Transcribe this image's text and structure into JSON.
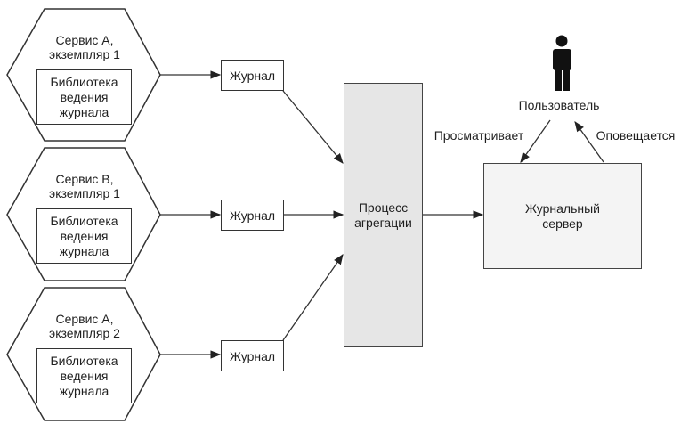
{
  "services": [
    {
      "title": "Сервис A,\nэкземпляр 1",
      "library": "Библиотека\nведения\nжурнала",
      "journal": "Журнал"
    },
    {
      "title": "Сервис B,\nэкземпляр 1",
      "library": "Библиотека\nведения\nжурнала",
      "journal": "Журнал"
    },
    {
      "title": "Сервис A,\nэкземпляр 2",
      "library": "Библиотека\nведения\nжурнала",
      "journal": "Журнал"
    }
  ],
  "aggregation": {
    "label": "Процесс\nагрегации"
  },
  "server": {
    "label": "Журнальный\nсервер"
  },
  "user": {
    "label": "Пользователь",
    "icon": "person-icon"
  },
  "edges": {
    "views": "Просматривает",
    "notified": "Оповещается"
  },
  "colors": {
    "aggregation_fill": "#e6e6e6",
    "stroke": "#333333"
  }
}
